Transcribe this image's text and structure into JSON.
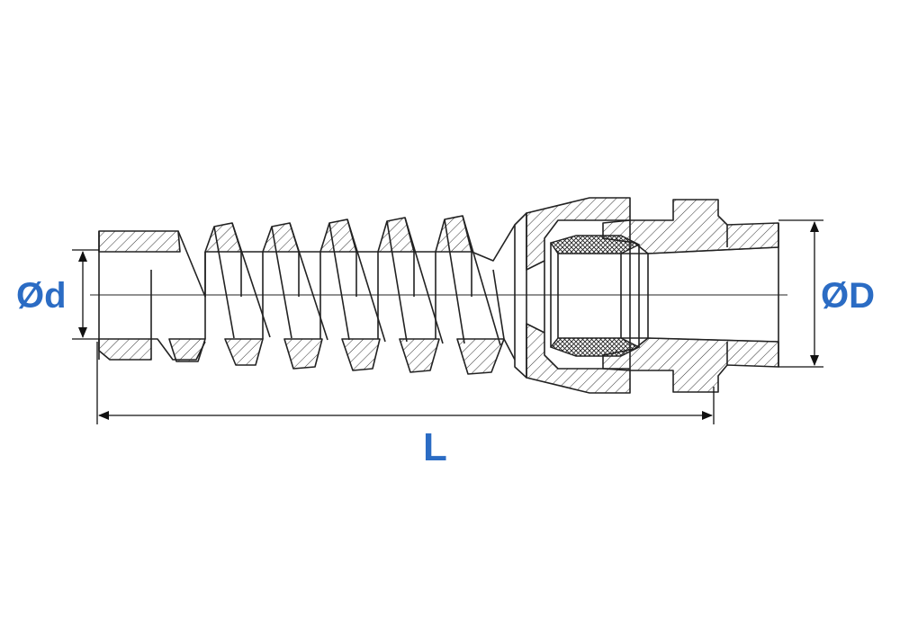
{
  "dimensions": {
    "inner_diameter": "Ød",
    "outer_diameter": "ØD",
    "length": "L"
  },
  "colors": {
    "label": "#2b6cc4",
    "line": "#222222"
  }
}
